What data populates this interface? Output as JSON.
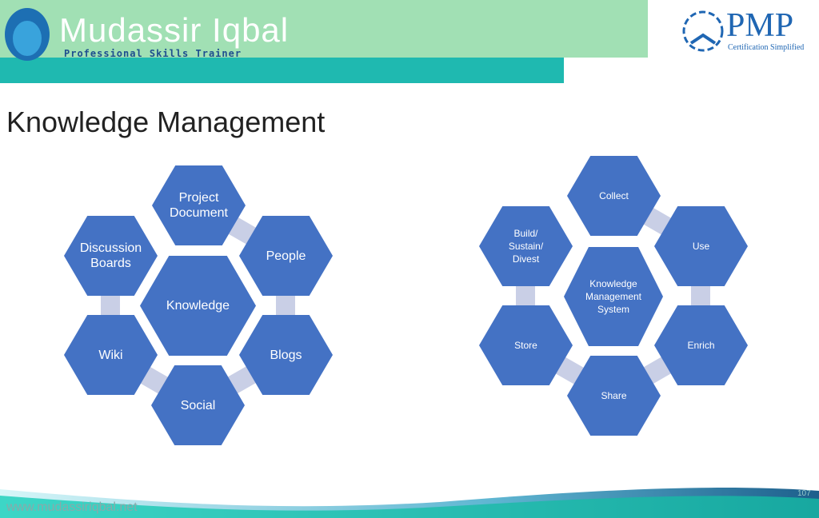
{
  "header": {
    "brand": "Mudassir Iqbal",
    "tagline": "Professional Skills Trainer",
    "partner_logo": "PMP",
    "partner_tagline": "Certification Simplified"
  },
  "slide": {
    "title": "Knowledge Management",
    "page_number": "107"
  },
  "footer": {
    "url": "www.mudassiriqbal.net"
  },
  "left_diagram": {
    "center": "Knowledge",
    "items": [
      "Project\nDocument",
      "People",
      "Blogs",
      "Social",
      "Wiki",
      "Discussion\nBoards"
    ]
  },
  "right_diagram": {
    "center": "Knowledge\nManagement\nSystem",
    "items": [
      "Collect",
      "Use",
      "Enrich",
      "Share",
      "Store",
      "Build/\nSustain/\nDivest"
    ]
  },
  "colors": {
    "hex": "#4472c4",
    "connector": "#c9cfe6",
    "banner": "#a1e0b4",
    "teal": "#1fb9b0"
  }
}
